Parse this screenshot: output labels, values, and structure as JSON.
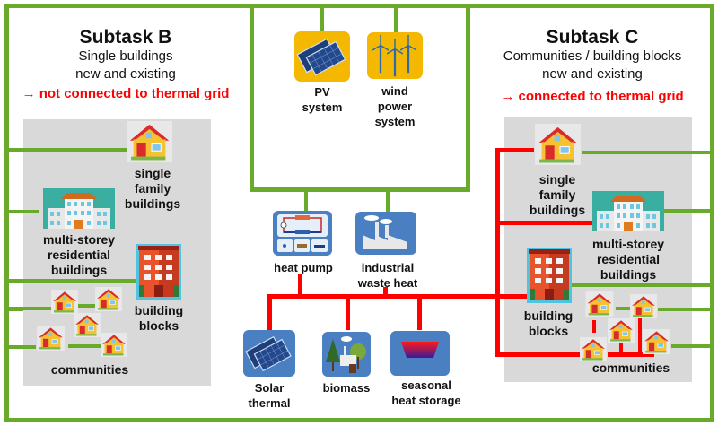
{
  "colors": {
    "electric_grid": "#6aaa2a",
    "thermal_grid": "#ff0000",
    "panel_gray": "#d9d9d9",
    "energy_icon_bg": "#f5b800",
    "thermal_icon_bg": "#4a7fc1"
  },
  "subtask_b": {
    "title": "Subtask B",
    "line1": "Single buildings",
    "line2": "new and existing",
    "note": "→ not connected to thermal grid",
    "items": {
      "single_family": [
        "single",
        "family",
        "buildings"
      ],
      "multi_storey": [
        "multi-storey",
        "residential",
        "buildings"
      ],
      "building_blocks": [
        "building",
        "blocks"
      ],
      "communities": "communities"
    }
  },
  "subtask_c": {
    "title": "Subtask C",
    "line1": "Communities / building blocks",
    "line2": "new and existing",
    "note": "→ connected to thermal grid",
    "items": {
      "single_family": [
        "single",
        "family",
        "buildings"
      ],
      "multi_storey": [
        "multi-storey",
        "residential",
        "buildings"
      ],
      "building_blocks": [
        "building",
        "blocks"
      ],
      "communities": "communities"
    }
  },
  "electric_sources": {
    "pv": [
      "PV",
      "system"
    ],
    "wind": [
      "wind",
      "power",
      "system"
    ]
  },
  "thermal_sources": {
    "heat_pump": "heat pump",
    "industrial": [
      "industrial",
      "waste heat"
    ],
    "solar_thermal": [
      "Solar",
      "thermal"
    ],
    "biomass": "biomass",
    "storage": [
      "seasonal",
      "heat storage"
    ]
  }
}
